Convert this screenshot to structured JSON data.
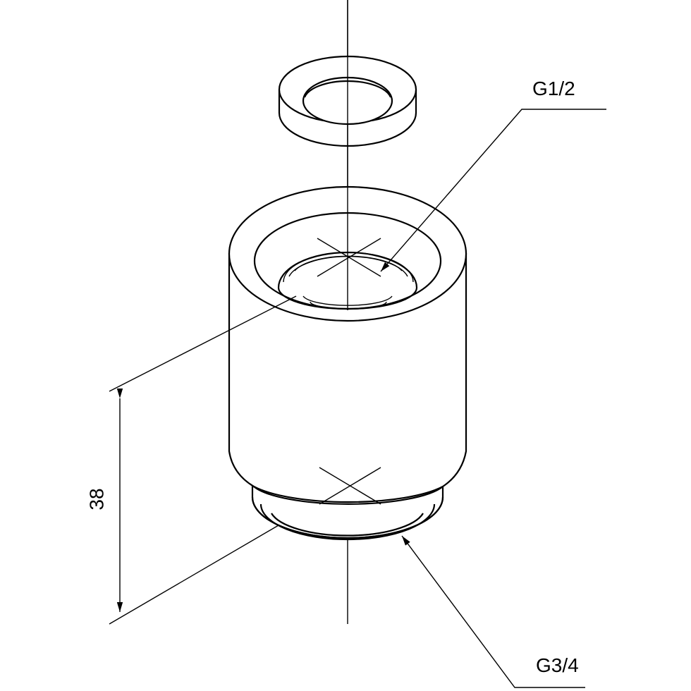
{
  "labels": {
    "thread_top": "G1/2",
    "thread_bottom": "G3/4",
    "height_dimension": "38"
  }
}
